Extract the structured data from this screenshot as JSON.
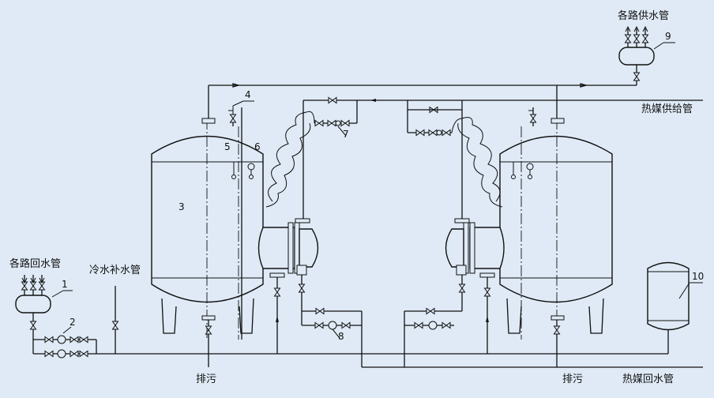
{
  "labels": {
    "supply_header": "各路供水管",
    "return_header": "各路回水管",
    "cold_makeup": "冷水补水管",
    "heat_supply": "热媒供给管",
    "heat_return": "热媒回水管",
    "drain_left": "排污",
    "drain_right": "排污"
  },
  "callouts": [
    "1",
    "2",
    "3",
    "4",
    "5",
    "6",
    "7",
    "8",
    "9",
    "10"
  ],
  "colors": {
    "background": "#dfeaf6",
    "line": "#111111"
  }
}
